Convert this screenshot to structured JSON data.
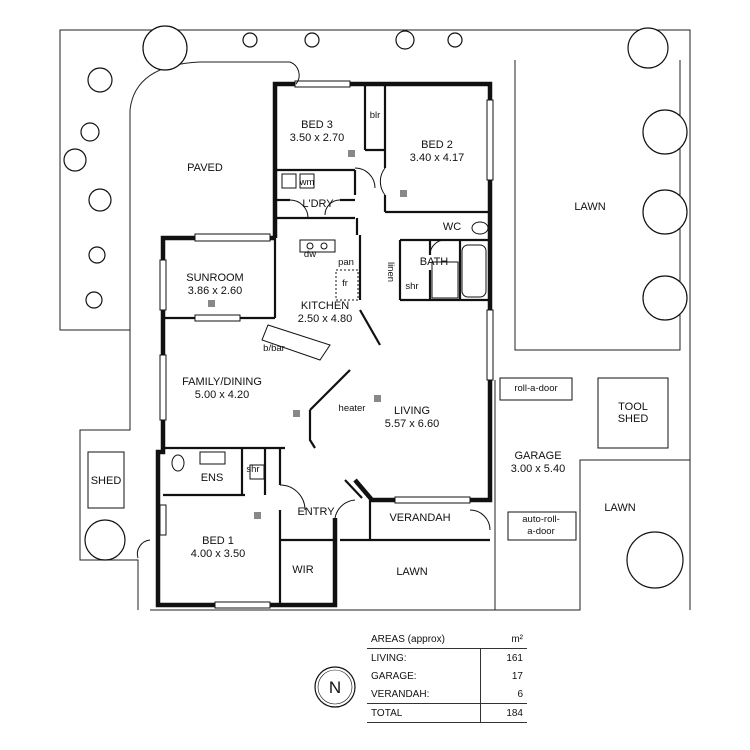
{
  "rooms": {
    "bed3": {
      "name": "BED 3",
      "dims": "3.50 x 2.70"
    },
    "bed2": {
      "name": "BED 2",
      "dims": "3.40 x 4.17"
    },
    "sunroom": {
      "name": "SUNROOM",
      "dims": "3.86 x 2.60"
    },
    "kitchen": {
      "name": "KITCHEN",
      "dims": "2.50 x 4.80"
    },
    "family": {
      "name": "FAMILY/DINING",
      "dims": "5.00 x 4.20"
    },
    "living": {
      "name": "LIVING",
      "dims": "5.57 x 6.60"
    },
    "garage": {
      "name": "GARAGE",
      "dims": "3.00 x 5.40"
    },
    "bed1": {
      "name": "BED 1",
      "dims": "4.00 x 3.50"
    }
  },
  "labels": {
    "paved": "PAVED",
    "lawn_ne": "LAWN",
    "lawn_se": "LAWN",
    "lawn_s": "LAWN",
    "ldry": "L'DRY",
    "wm": "wm",
    "blr": "blr",
    "wc": "WC",
    "bath": "BATH",
    "linen": "linen",
    "shr_bath": "shr",
    "dw": "dw",
    "pan": "pan",
    "fr": "fr",
    "bbar": "b/bar",
    "heater": "heater",
    "ens": "ENS",
    "shr_ens": "shr",
    "entry": "ENTRY",
    "verandah": "VERANDAH",
    "wir": "WIR",
    "shed": "SHED",
    "tool_shed_1": "TOOL",
    "tool_shed_2": "SHED",
    "roll_a_door": "roll-a-door",
    "auto_roll_1": "auto-roll-",
    "auto_roll_2": "a-door"
  },
  "areas": {
    "title": "AREAS (approx)",
    "unit": "m²",
    "rows": [
      {
        "label": "LIVING:",
        "value": "161"
      },
      {
        "label": "GARAGE:",
        "value": "17"
      },
      {
        "label": "VERANDAH:",
        "value": "6"
      }
    ],
    "total": {
      "label": "TOTAL",
      "value": "184"
    }
  },
  "compass": {
    "letter": "N"
  }
}
